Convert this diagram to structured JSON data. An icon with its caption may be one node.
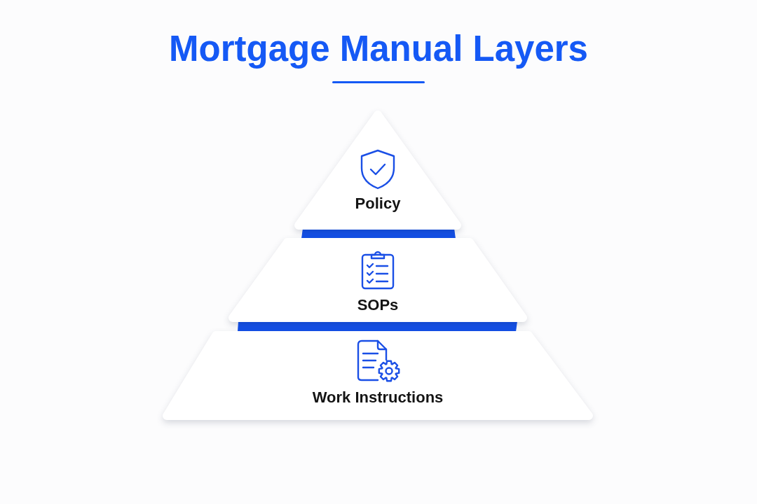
{
  "diagram": {
    "title": "Mortgage Manual Layers",
    "nodes": [
      {
        "text": [
          "Policy"
        ]
      },
      {
        "text": [
          "SOPs"
        ]
      },
      {
        "text": [
          "Work Instructions"
        ]
      }
    ]
  }
}
